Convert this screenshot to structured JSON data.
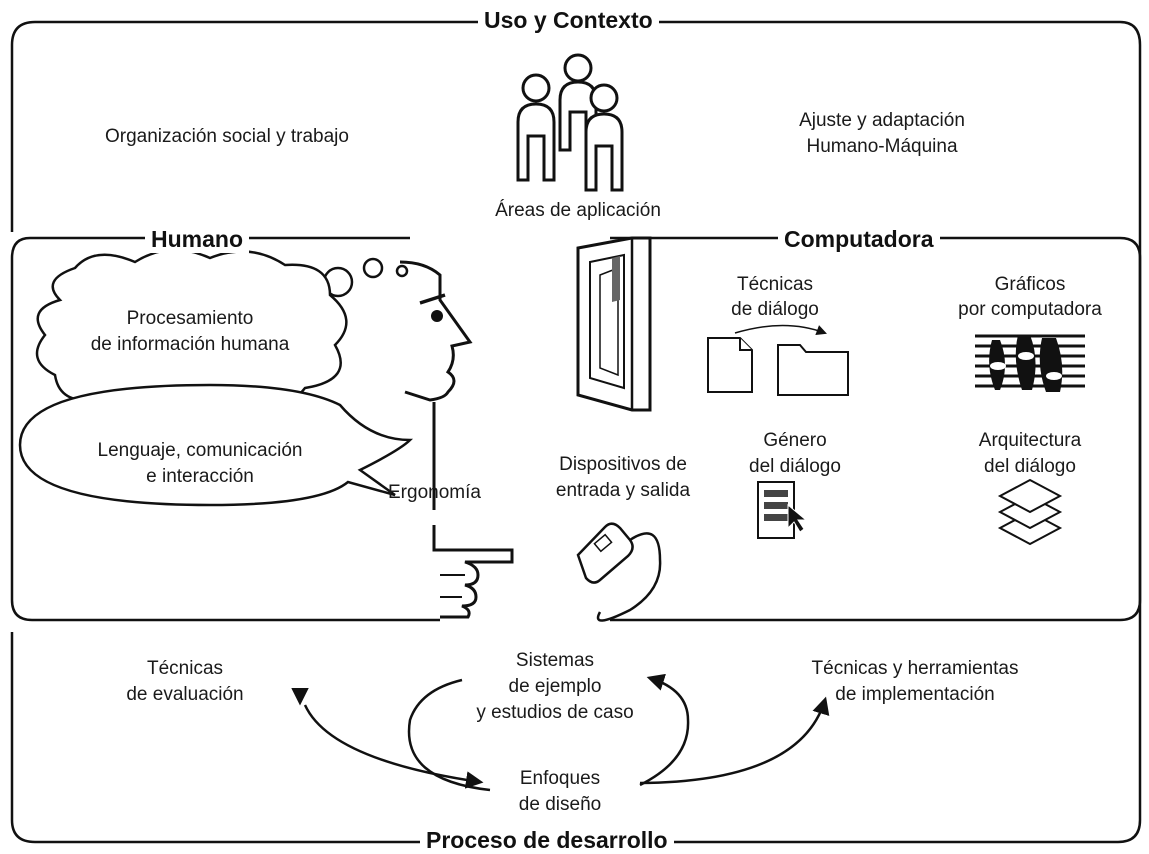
{
  "sections": {
    "uso_contexto": "Uso y Contexto",
    "humano": "Humano",
    "computadora": "Computadora",
    "proceso": "Proceso de desarrollo"
  },
  "labels": {
    "organizacion": "Organización social y trabajo",
    "ajuste_1": "Ajuste y adaptación",
    "ajuste_2": "Humano-Máquina",
    "areas": "Áreas de aplicación",
    "procesamiento_1": "Procesamiento",
    "procesamiento_2": "de información humana",
    "lenguaje_1": "Lenguaje, comunicación",
    "lenguaje_2": "e interacción",
    "ergonomia": "Ergonomía",
    "dispositivos_1": "Dispositivos de",
    "dispositivos_2": "entrada y salida",
    "tecnicas_dialogo_1": "Técnicas",
    "tecnicas_dialogo_2": "de diálogo",
    "genero_1": "Género",
    "genero_2": "del diálogo",
    "graficos_1": "Gráficos",
    "graficos_2": "por computadora",
    "arquitectura_1": "Arquitectura",
    "arquitectura_2": "del diálogo",
    "evaluacion_1": "Técnicas",
    "evaluacion_2": "de evaluación",
    "sistemas_1": "Sistemas",
    "sistemas_2": "de ejemplo",
    "sistemas_3": "y estudios de caso",
    "implementacion_1": "Técnicas y herramientas",
    "implementacion_2": "de implementación",
    "enfoques_1": "Enfoques",
    "enfoques_2": "de diseño"
  }
}
